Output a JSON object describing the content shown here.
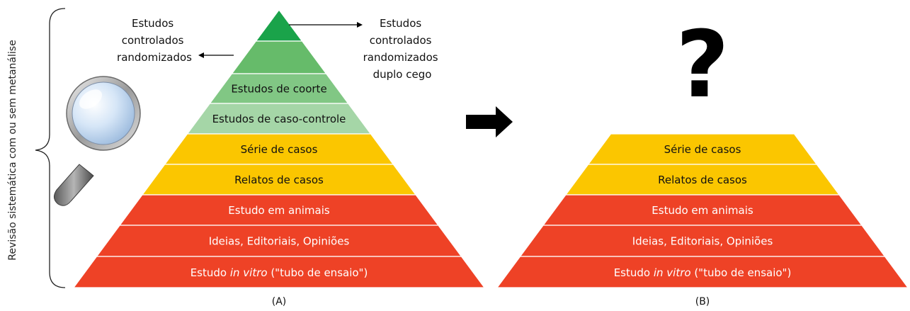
{
  "side_label": "Revisão sistemática com ou sem metanálise",
  "pyramid_a": {
    "caption": "(A)",
    "top_levels": [
      {
        "label": "",
        "color": "#1aa34a"
      },
      {
        "label": "",
        "color": "#66bb6a"
      },
      {
        "label": "Estudos de coorte",
        "color": "#81c784"
      },
      {
        "label": "Estudos de caso-controle",
        "color": "#a5d6a7"
      }
    ],
    "levels": [
      {
        "label": "Série de casos",
        "color": "#fbc600"
      },
      {
        "label": "Relatos de casos",
        "color": "#fbc600"
      },
      {
        "label": "Estudo em animais",
        "color": "#ee4226"
      },
      {
        "label": "Ideias, Editoriais, Opiniões",
        "color": "#ee4226"
      },
      {
        "label_before": "Estudo ",
        "label_italic": "in vitro",
        "label_after": " (\"tubo de ensaio\")",
        "color": "#ee4226"
      }
    ],
    "annotation_left": [
      "Estudos",
      "controlados",
      "randomizados"
    ],
    "annotation_right": [
      "Estudos",
      "controlados",
      "randomizados",
      "duplo cego"
    ]
  },
  "pyramid_b": {
    "caption": "(B)",
    "question_mark": "?",
    "levels": [
      {
        "label": "Série de casos",
        "color": "#fbc600"
      },
      {
        "label": "Relatos de casos",
        "color": "#fbc600"
      },
      {
        "label": "Estudo em animais",
        "color": "#ee4226"
      },
      {
        "label": "Ideias, Editoriais, Opiniões",
        "color": "#ee4226"
      },
      {
        "label_before": "Estudo ",
        "label_italic": "in vitro",
        "label_after": " (\"tubo de ensaio\")",
        "color": "#ee4226"
      }
    ]
  },
  "icons": [
    "magnifying-glass-icon",
    "right-arrow-icon",
    "curly-brace-icon"
  ]
}
